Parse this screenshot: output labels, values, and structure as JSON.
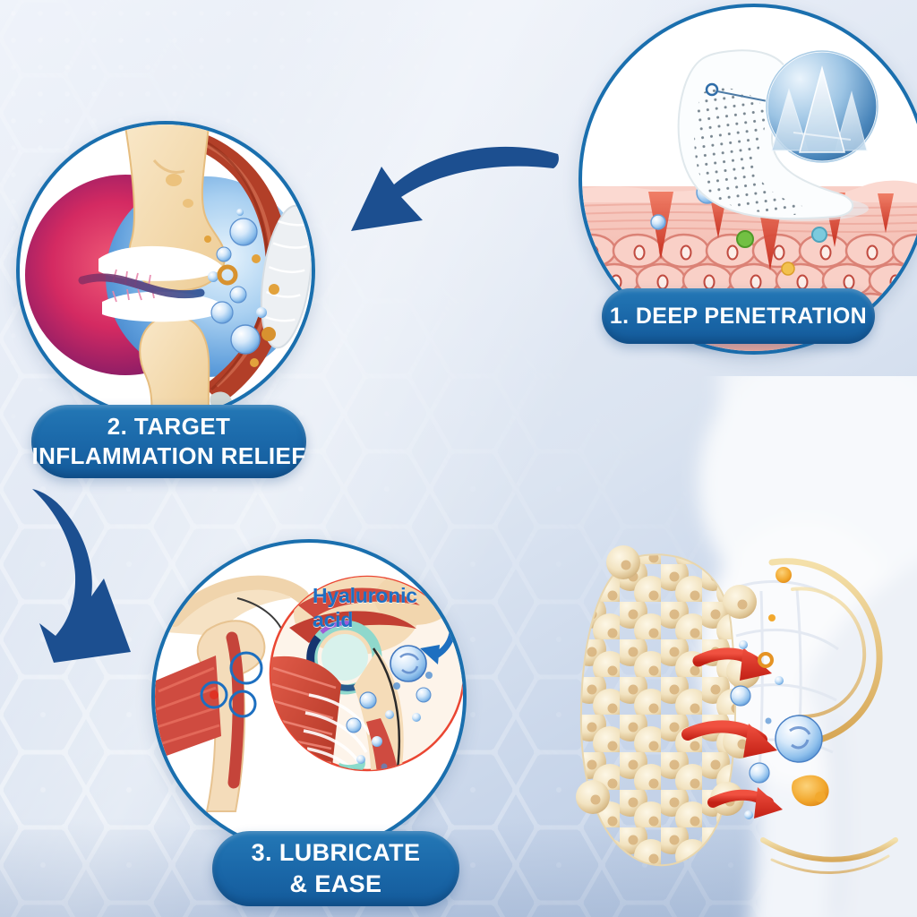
{
  "steps": [
    {
      "name": "deep-penetration",
      "label": "1. DEEP PENETRATION"
    },
    {
      "name": "target-inflammation-relief",
      "label": "2. TARGET\nINFLAMMATION RELIEF"
    },
    {
      "name": "lubricate-ease",
      "label": "3. LUBRICATE\n& EASE"
    }
  ],
  "annotations": {
    "hyaluronic_acid": "Hyaluronic acid"
  },
  "icons": {
    "flow_arrow_1": "curved-arrow-down-left",
    "flow_arrow_2": "curved-arrow-down-right",
    "hyaluronic_pointer": "curved-double-headed-arrow",
    "absorption_arrows": "red-curved-arrows",
    "magnifier_inset": "microneedle-zoom-lens"
  },
  "colors": {
    "background_top": "#eff3fa",
    "background_bottom": "#b6c8e0",
    "pill_blue": "#1a67a8",
    "circle_border_blue": "#1a6fae",
    "flow_arrow_navy": "#1c4f90",
    "annotation_blue": "#1e70c3",
    "inner_circle_red": "#e8452f",
    "absorption_arrow_red": "#e02d22",
    "skin_pink": "#f5c3ba",
    "bone_cream": "#f5dcb8",
    "bead_cream": "#f2e3c0",
    "gold_accent": "#d9a854"
  }
}
